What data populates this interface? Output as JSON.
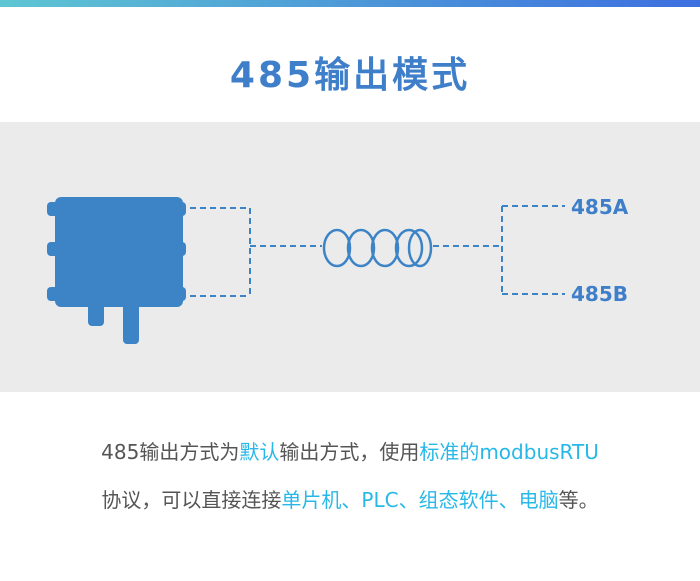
{
  "title": "485输出模式",
  "colors": {
    "accent": "#3f7fca",
    "device": "#3d84c6",
    "highlight": "#28b8e8",
    "text": "#555555",
    "panel": "#ebebeb"
  },
  "diagram": {
    "terminal_a": "485A",
    "terminal_b": "485B"
  },
  "description": {
    "line1": {
      "part1": "485输出方式为",
      "hl1": "默认",
      "part2": "输出方式，使用",
      "hl2": "标准的",
      "part3": "modbusRTU"
    },
    "line2": {
      "part1": "协议，可以直接连接",
      "hl1": "单片机",
      "part2": "、PLC、",
      "hl2": "组态软件",
      "part3": "、",
      "hl3": "电脑",
      "part4": "等。"
    }
  }
}
